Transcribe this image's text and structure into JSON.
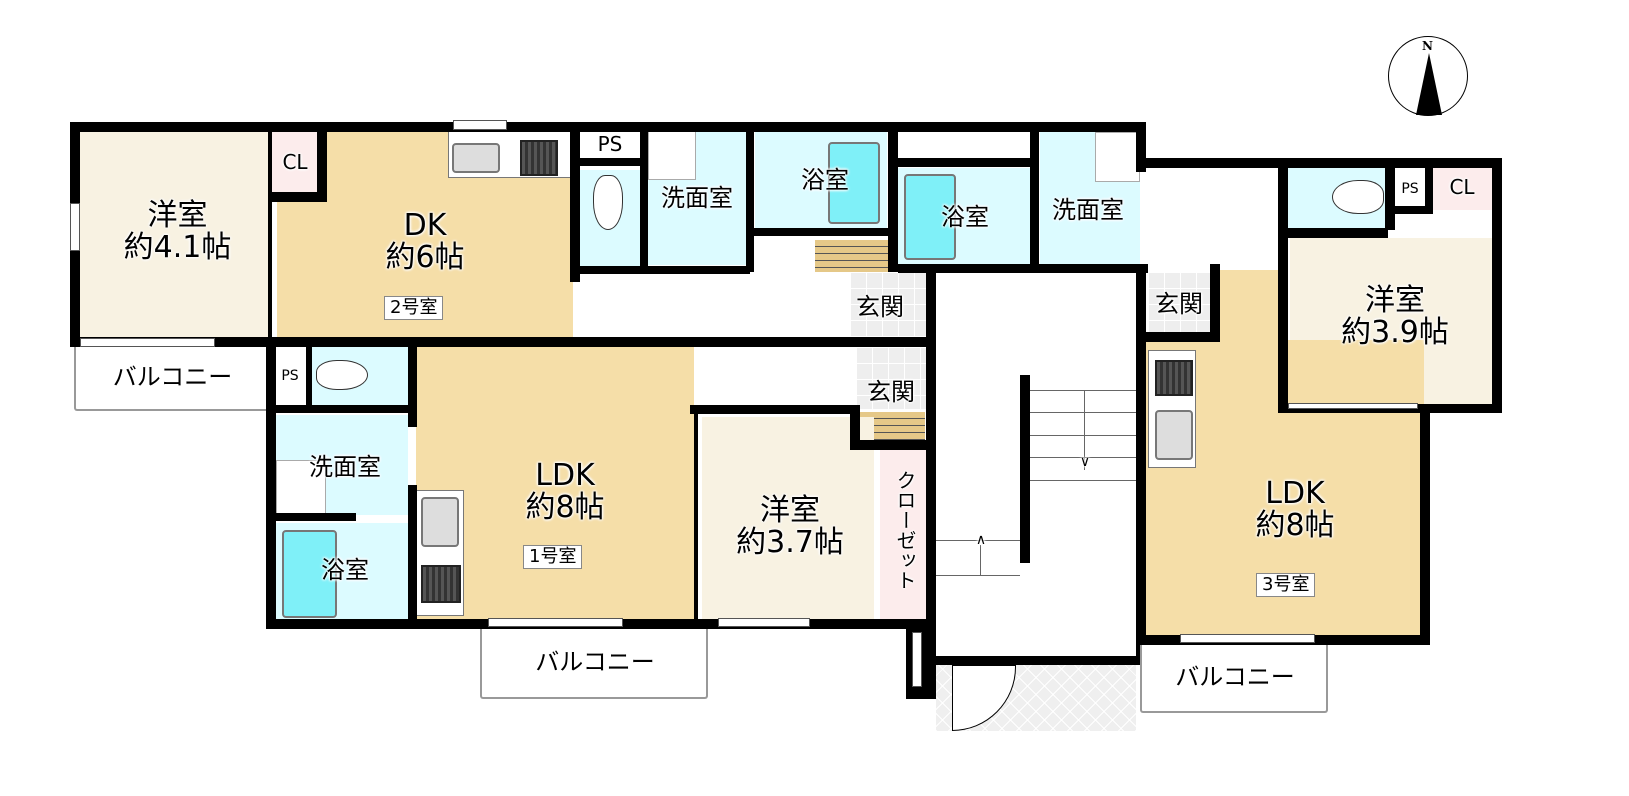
{
  "compass": {
    "label": "N"
  },
  "units": {
    "unit2": {
      "badge": "2号室",
      "western_room": {
        "name": "洋室",
        "size": "約4.1帖"
      },
      "closet": "CL",
      "dk": {
        "name": "DK",
        "size": "約6帖"
      },
      "ps": "PS",
      "washroom": "洗面室",
      "bathroom": "浴室",
      "entrance": "玄関",
      "balcony": "バルコニー"
    },
    "unit1": {
      "badge": "1号室",
      "ps": "PS",
      "washroom": "洗面室",
      "bathroom": "浴室",
      "ldk": {
        "name": "LDK",
        "size": "約8帖"
      },
      "western_room": {
        "name": "洋室",
        "size": "約3.7帖"
      },
      "closet": "クローゼット",
      "entrance": "玄関",
      "balcony": "バルコニー"
    },
    "unit3": {
      "badge": "3号室",
      "bathroom": "浴室",
      "washroom": "洗面室",
      "entrance": "玄関",
      "ps": "PS",
      "closet": "CL",
      "western_room": {
        "name": "洋室",
        "size": "約3.9帖"
      },
      "ldk": {
        "name": "LDK",
        "size": "約8帖"
      },
      "balcony": "バルコニー"
    }
  },
  "colors": {
    "western_room_fill": "#f8f2e2",
    "ldk_fill": "#f5dea8",
    "wet_area_fill": "#dcfbff",
    "closet_fill": "#fcecec",
    "bathtub": "#7ff0f8",
    "wall": "#000000"
  }
}
